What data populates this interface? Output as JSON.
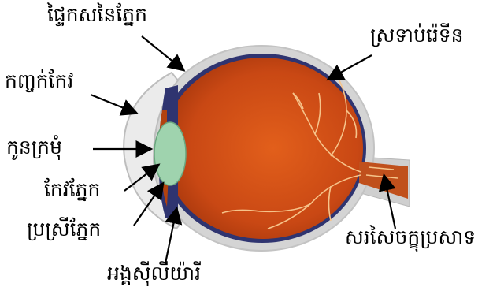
{
  "labels": {
    "eye_white": "ផ្ទៃកសនៃភ្នែក",
    "retina": "ស្រទាប់រ៉េទីន",
    "cornea": "កញ្ចក់កែវ",
    "lens": "កូនក្រមុំ",
    "iris_lens": "កែវភ្នែក",
    "pupil": "ប្រស្រីភ្នែក",
    "optic_nerve": "សរសៃចក្ខុប្រសាទ",
    "ciliary": "អង្គស៊ីលីយ៉ារី"
  },
  "colors": {
    "eyeball": "#cd4a12",
    "sclera_outer": "#d6d6d6",
    "choroid": "#2f3470",
    "lens": "#9fd3ae",
    "background": "#ffffff",
    "arrow": "#000000"
  }
}
